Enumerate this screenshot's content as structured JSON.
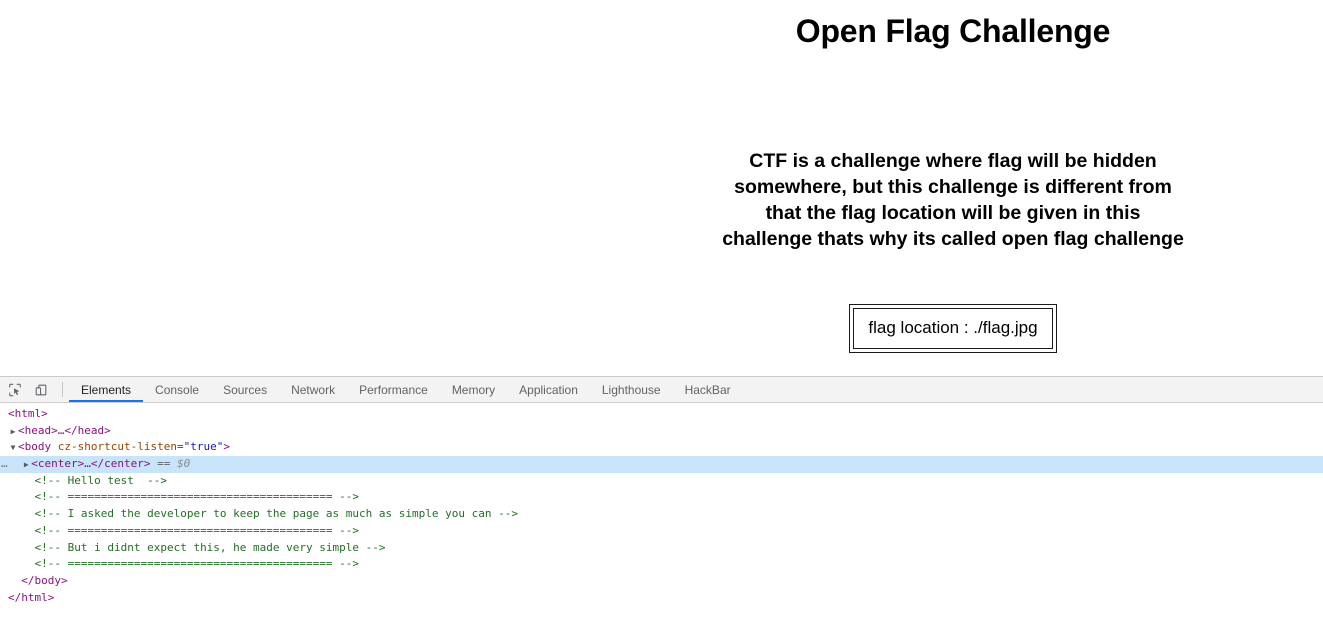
{
  "page": {
    "title": "Open Flag Challenge",
    "description": "CTF is a challenge where flag will be hidden somewhere, but this challenge is different from that the flag location will be given in this challenge thats why its called open flag challenge",
    "flag_box_text": "flag location : ./flag.jpg"
  },
  "devtools": {
    "toolbar": {
      "inspect_icon": "inspect-element-icon",
      "device_icon": "device-toolbar-icon"
    },
    "tabs": [
      {
        "label": "Elements",
        "active": true
      },
      {
        "label": "Console",
        "active": false
      },
      {
        "label": "Sources",
        "active": false
      },
      {
        "label": "Network",
        "active": false
      },
      {
        "label": "Performance",
        "active": false
      },
      {
        "label": "Memory",
        "active": false
      },
      {
        "label": "Application",
        "active": false
      },
      {
        "label": "Lighthouse",
        "active": false
      },
      {
        "label": "HackBar",
        "active": false
      }
    ],
    "tree": {
      "html_open": "<html>",
      "head_collapsed": "<head>…</head>",
      "body_tag_open": "<body ",
      "body_attr_name": "cz-shortcut-listen",
      "body_attr_eq": "=",
      "body_attr_value": "\"true\"",
      "body_tag_close": ">",
      "center_collapsed": "<center>…</center>",
      "selected_marker": "==",
      "selected_ref": "$0",
      "comments": [
        "<!-- Hello test  -->",
        "<!-- ======================================== -->",
        "<!-- I asked the developer to keep the page as much as simple you can -->",
        "<!-- ======================================== -->",
        "<!-- But i didnt expect this, he made very simple -->",
        "<!-- ======================================== -->"
      ],
      "body_close": "</body>",
      "html_close": "</html>",
      "triangle_collapsed": "▶",
      "triangle_expanded": "▼",
      "gutter_ellipsis": "…"
    }
  },
  "colors": {
    "accent": "#1a73e8",
    "selected_row": "#c8e4fb",
    "tag": "#881280",
    "attribute": "#994500",
    "value": "#1a1aa6",
    "comment": "#236e25",
    "tabbar_bg": "#f3f3f3"
  }
}
